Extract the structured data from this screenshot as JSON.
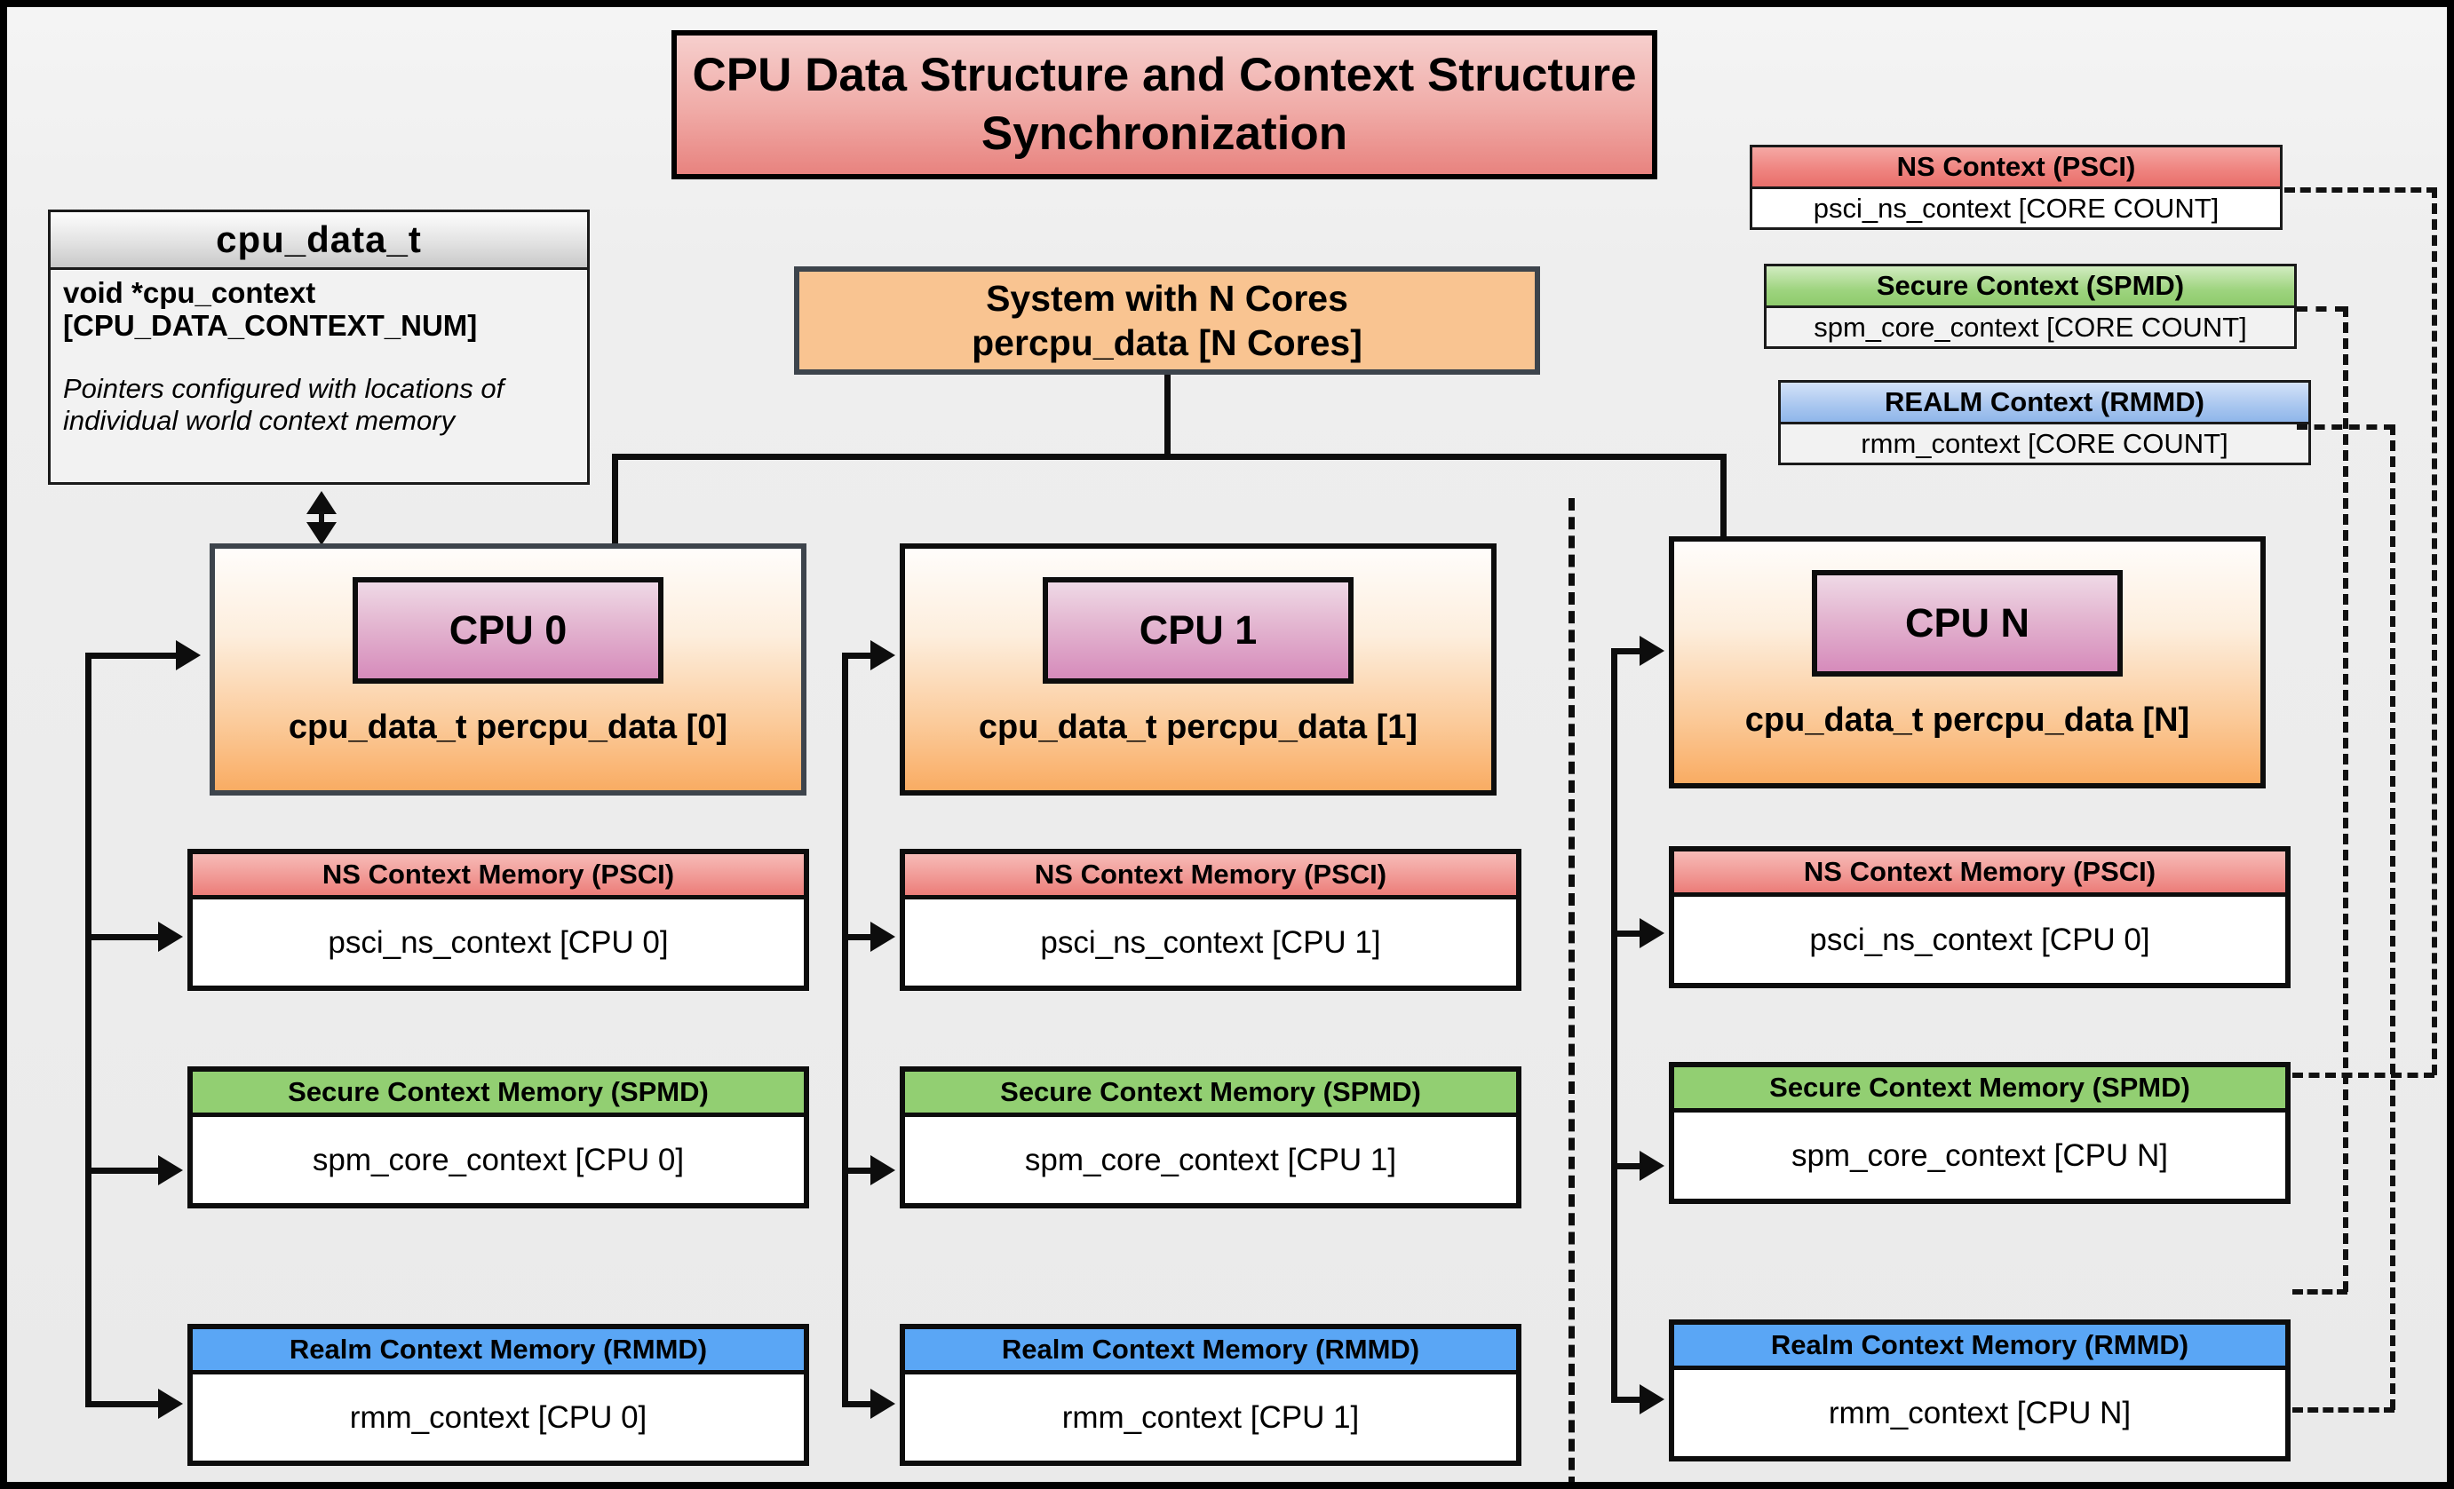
{
  "diagram": {
    "title": "CPU Data Structure and Context Structure Synchronization",
    "background_color": "#eeeeee",
    "border_color": "#000000"
  },
  "cpu_data_t": {
    "header": "cpu_data_t",
    "field": "void  *cpu_context [CPU_DATA_CONTEXT_NUM]",
    "note": "Pointers configured with locations of individual world context memory"
  },
  "system": {
    "line1": "System with N Cores",
    "line2": "percpu_data [N Cores]",
    "fill": "#f9c491"
  },
  "global_contexts": [
    {
      "title": "NS Context  (PSCI)",
      "value": "psci_ns_context [CORE COUNT]",
      "accent": "#ef8581"
    },
    {
      "title": "Secure Context (SPMD)",
      "value": "spm_core_context [CORE COUNT]",
      "accent": "#9ed47f"
    },
    {
      "title": "REALM Context (RMMD)",
      "value": "rmm_context [CORE COUNT]",
      "accent": "#a8c6ef"
    }
  ],
  "cpus": [
    {
      "chip": "CPU 0",
      "label": "cpu_data_t percpu_data [0]",
      "memories": [
        {
          "title": "NS Context Memory (PSCI)",
          "value": "psci_ns_context [CPU 0]",
          "accent": "#ec7d79"
        },
        {
          "title": "Secure Context Memory (SPMD)",
          "value": "spm_core_context [CPU 0]",
          "accent": "#92cf72"
        },
        {
          "title": "Realm Context Memory (RMMD)",
          "value": "rmm_context [CPU 0]",
          "accent": "#5aa6f5"
        }
      ]
    },
    {
      "chip": "CPU 1",
      "label": "cpu_data_t percpu_data [1]",
      "memories": [
        {
          "title": "NS Context Memory (PSCI)",
          "value": "psci_ns_context [CPU 1]",
          "accent": "#ec7d79"
        },
        {
          "title": "Secure Context Memory (SPMD)",
          "value": "spm_core_context [CPU 1]",
          "accent": "#92cf72"
        },
        {
          "title": "Realm Context Memory (RMMD)",
          "value": "rmm_context [CPU 1]",
          "accent": "#5aa6f5"
        }
      ]
    },
    {
      "chip": "CPU N",
      "label": "cpu_data_t percpu_data [N]",
      "memories": [
        {
          "title": "NS Context Memory (PSCI)",
          "value": "psci_ns_context [CPU 0]",
          "accent": "#ec7d79"
        },
        {
          "title": "Secure Context Memory (SPMD)",
          "value": "spm_core_context [CPU N]",
          "accent": "#92cf72"
        },
        {
          "title": "Realm Context Memory (RMMD)",
          "value": "rmm_context [CPU N]",
          "accent": "#5aa6f5"
        }
      ]
    }
  ]
}
